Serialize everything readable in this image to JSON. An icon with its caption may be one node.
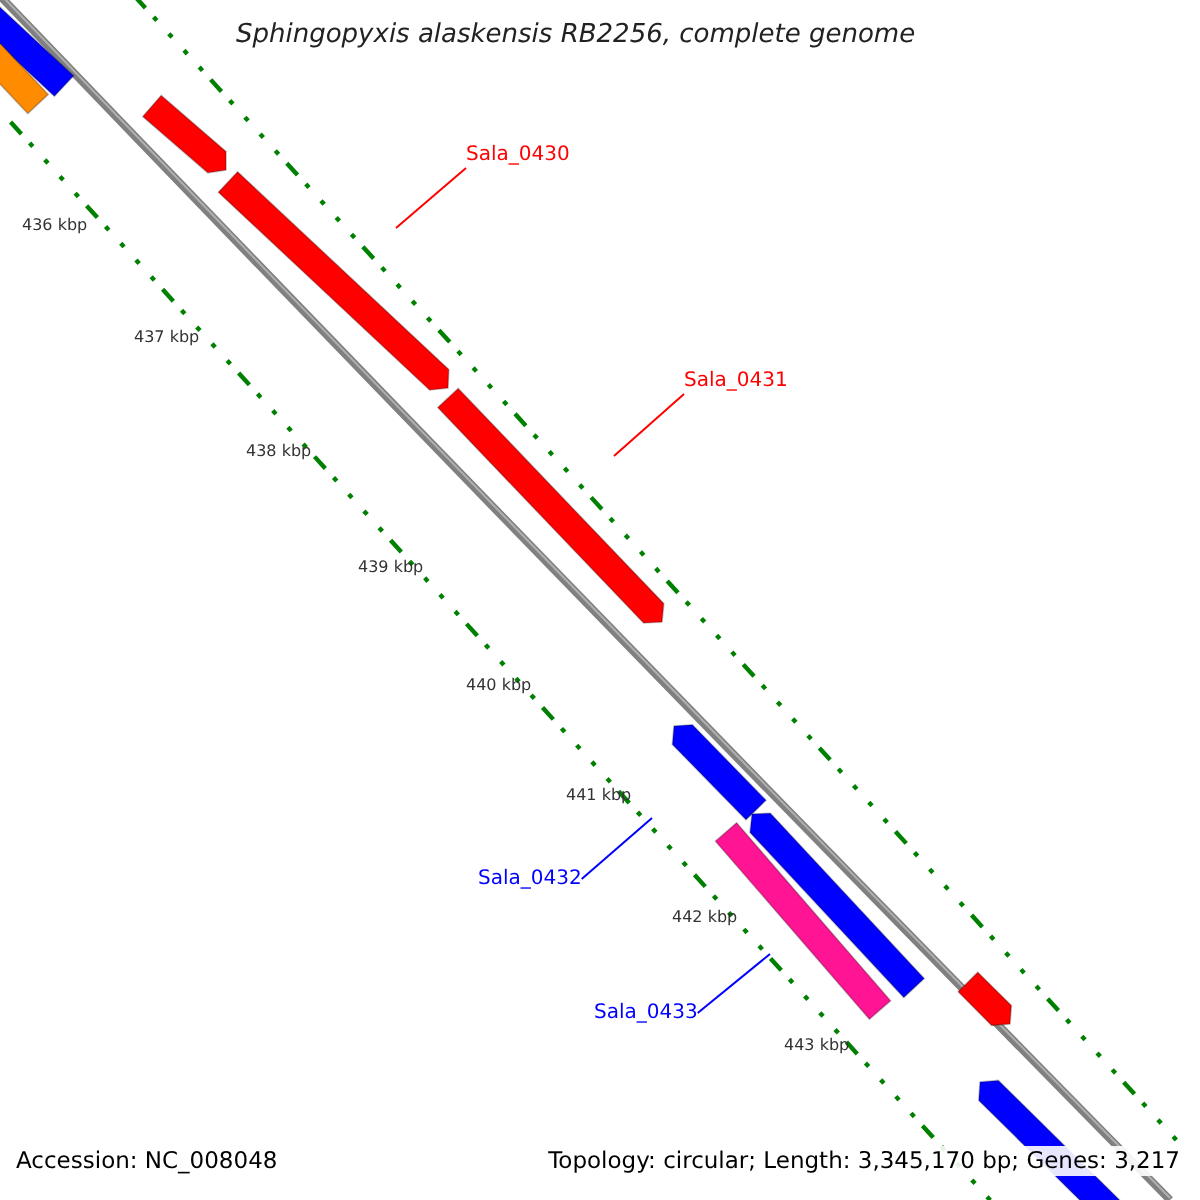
{
  "diagram": {
    "title": "Sphingopyxis alaskensis RB2256, complete genome",
    "nodes": [
      {
        "text": [
          "Sala_0430"
        ]
      },
      {
        "text": [
          "Sala_0431"
        ]
      },
      {
        "text": [
          "Sala_0432"
        ]
      },
      {
        "text": [
          "Sala_0433"
        ]
      }
    ],
    "edges": [
      {
        "from": 0,
        "to": null,
        "arrow": "none",
        "color": "#ff0000"
      },
      {
        "from": 1,
        "to": null,
        "arrow": "none",
        "color": "#ff0000"
      },
      {
        "from": 2,
        "to": null,
        "arrow": "none",
        "color": "#0000ff"
      },
      {
        "from": 3,
        "to": null,
        "arrow": "none",
        "color": "#0000ff"
      }
    ],
    "labels": [
      "436 kbp",
      "437 kbp",
      "438 kbp",
      "439 kbp",
      "440 kbp",
      "441 kbp",
      "442 kbp",
      "443 kbp",
      "Accession: NC_008048",
      "Topology: circular; Length: 3,345,170 bp; Genes: 3,217"
    ]
  }
}
